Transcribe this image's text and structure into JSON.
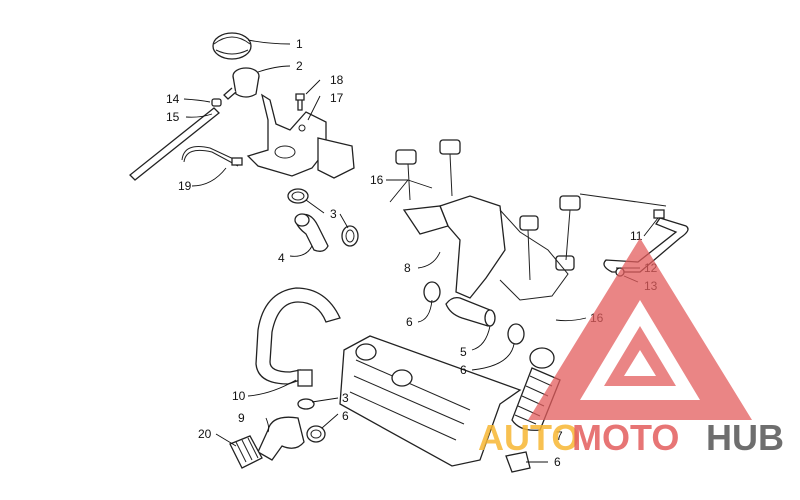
{
  "diagram": {
    "callouts": {
      "c1": "1",
      "c2": "2",
      "c3a": "3",
      "c3b": "3",
      "c4": "4",
      "c5": "5",
      "c6a": "6",
      "c6b": "6",
      "c6c": "6",
      "c6d": "6",
      "c7": "7",
      "c8": "8",
      "c9": "9",
      "c10": "10",
      "c11": "11",
      "c12": "12",
      "c13": "13",
      "c14": "14",
      "c15": "15",
      "c16a": "16",
      "c16b": "16",
      "c17": "17",
      "c18": "18",
      "c19": "19",
      "c20": "20"
    }
  },
  "watermark": {
    "text_part1": "AUTO",
    "text_part2": "MOTO",
    "text_part3": "HUB",
    "colors": {
      "orange": "#f7b733",
      "red": "#e35d5d",
      "dark": "#555555"
    }
  }
}
